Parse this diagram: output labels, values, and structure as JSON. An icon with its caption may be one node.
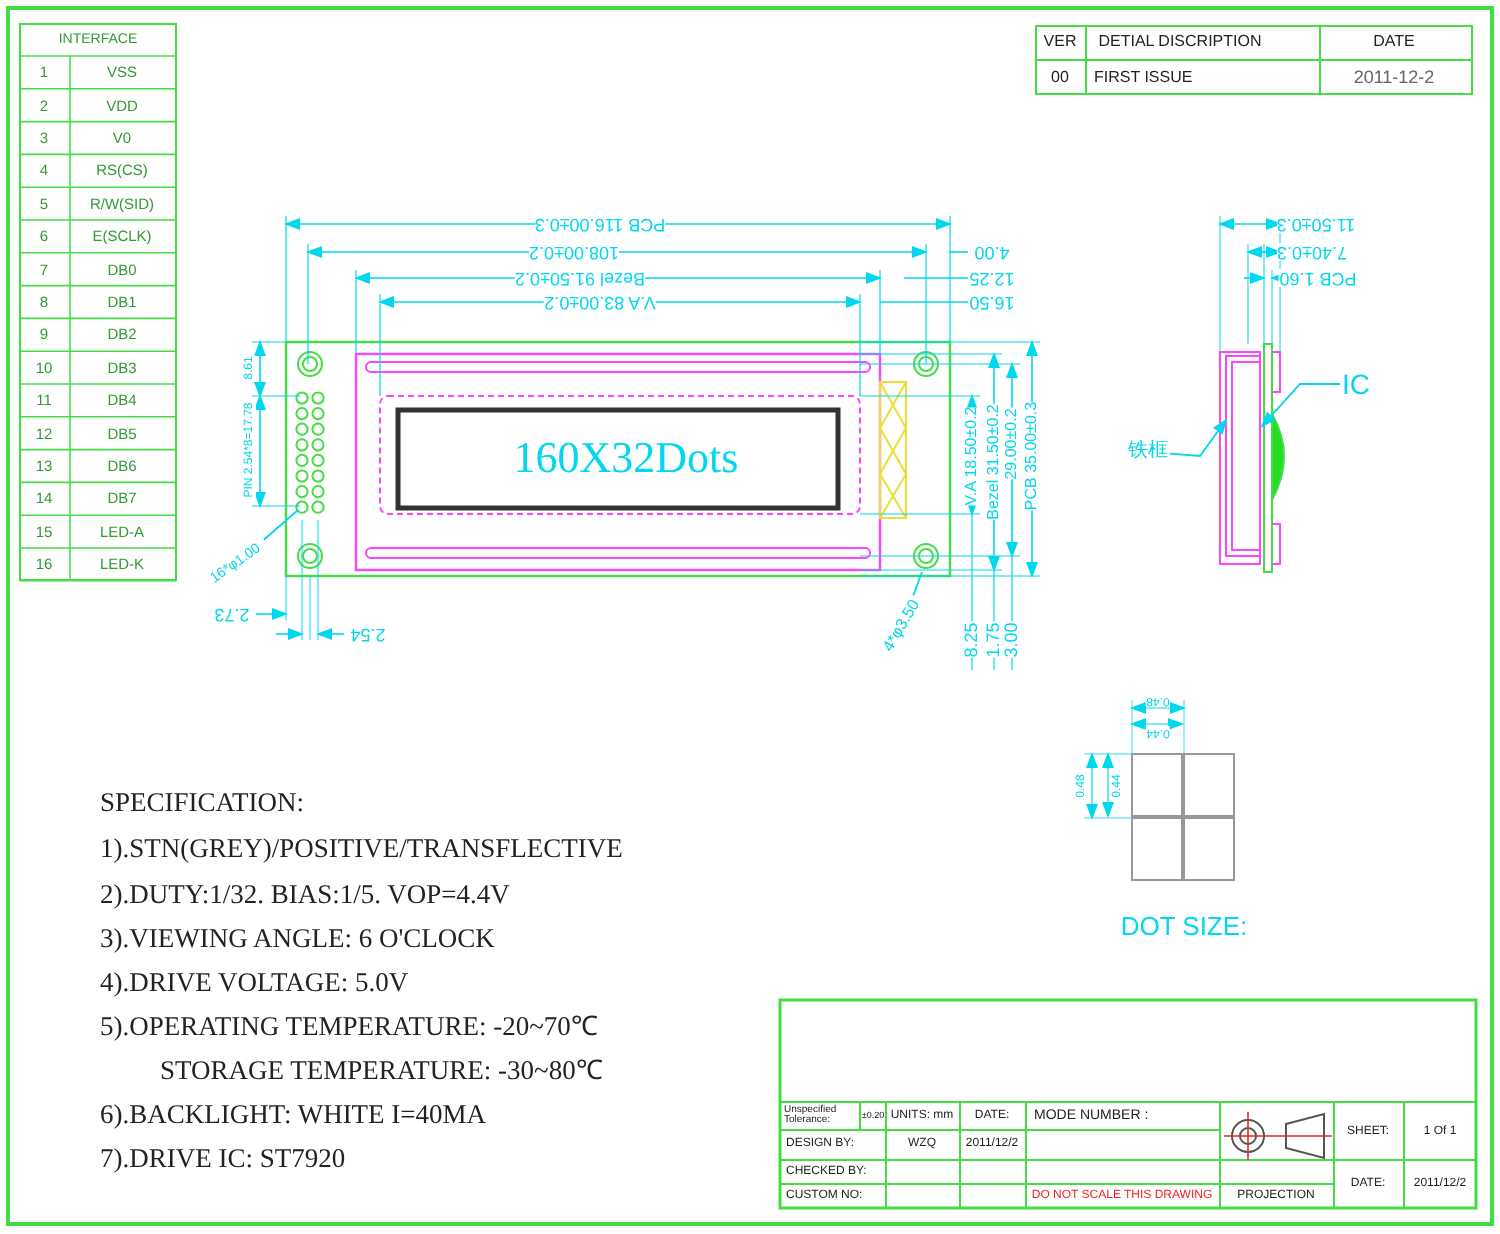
{
  "diagram": {
    "nodes": [
      {
        "text": [
          "IC"
        ]
      },
      {
        "text": [
          "铁框"
        ]
      },
      {
        "text": [
          "16*φ1.00"
        ]
      },
      {
        "text": [
          "4*φ3.50"
        ]
      }
    ],
    "edges": [
      {
        "from": 0,
        "to": null,
        "arrow": "to"
      },
      {
        "from": 1,
        "to": null,
        "arrow": "to"
      },
      {
        "from": 2,
        "to": null,
        "arrow": "none"
      },
      {
        "from": 3,
        "to": null,
        "arrow": "none"
      }
    ],
    "labels": [
      "INTERFACE",
      "1",
      "VSS",
      "2",
      "VDD",
      "3",
      "V0",
      "4",
      "RS(CS)",
      "5",
      "R/W(SID)",
      "6",
      "E(SCLK)",
      "7",
      "DB0",
      "8",
      "DB1",
      "9",
      "DB2",
      "10",
      "DB3",
      "11",
      "DB4",
      "12",
      "DB5",
      "13",
      "DB6",
      "14",
      "DB7",
      "15",
      "LED-A",
      "16",
      "LED-K",
      "VER",
      "DETIAL DISCRIPTION",
      "DATE",
      "00",
      "FIRST ISSUE",
      "2011-12-2",
      "PCB 116.00±0.3",
      "108.00±0.2",
      "Bezel 91.50±0.2",
      "V.A 83.00±0.2",
      "4.00",
      "12.25",
      "16.50",
      "V.A 18.50±0.2",
      "Bezel 31.50±0.2",
      "29.00±0.2",
      "PCB 35.00±0.3",
      "8.25",
      "1.75",
      "3.00",
      "8.61",
      "PIN 2.54*8=17.78",
      "2.73",
      "2.54",
      "11.50±0.3",
      "7.40±0.3",
      "PCB 1.60",
      "160X32Dots",
      "0.48",
      "0.44",
      "0.48",
      "0.44",
      "DOT SIZE:",
      "SPECIFICATION:",
      "1).STN(GREY)/POSITIVE/TRANSFLECTIVE",
      "2).DUTY:1/32. BIAS:1/5. VOP=4.4V",
      "3).VIEWING ANGLE: 6 O'CLOCK",
      "4).DRIVE VOLTAGE: 5.0V",
      "5).OPERATING TEMPERATURE: -20~70℃",
      "STORAGE TEMPERATURE: -30~80℃",
      "6).BACKLIGHT: WHITE  I=40MA",
      "7).DRIVE IC: ST7920",
      "Unspecified Tolerance:",
      "±0.20",
      "UNITS: mm",
      "DATE:",
      "MODE NUMBER :",
      "DESIGN BY:",
      "WZQ",
      "2011/12/2",
      "CHECKED BY:",
      "CUSTOM NO:",
      "DO NOT SCALE THIS DRAWING",
      "PROJECTION",
      "SHEET:",
      "1 Of 1",
      "DATE:",
      "2011/12/2"
    ]
  }
}
